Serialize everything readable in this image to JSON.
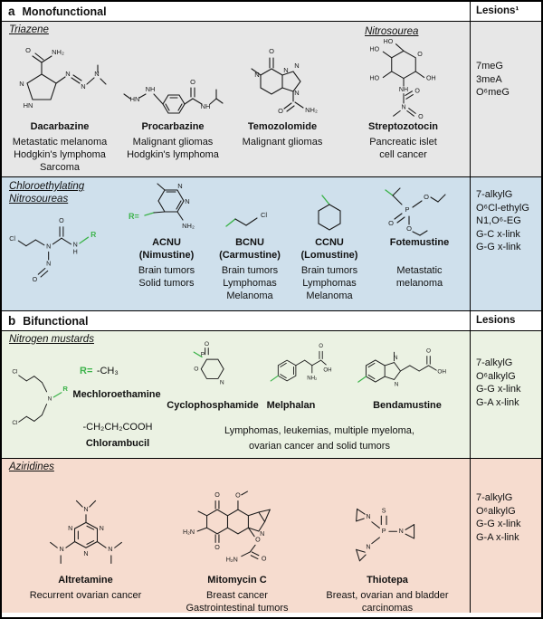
{
  "figure": {
    "panel_a": {
      "letter": "a",
      "title": "Monofunctional",
      "lesions_header": "Lesions¹"
    },
    "panel_b": {
      "letter": "b",
      "title": "Bifunctional",
      "lesions_header": "Lesions"
    }
  },
  "triazene": {
    "label": "Triazene",
    "nitrosourea_label": "Nitrosourea",
    "drugs": [
      {
        "name": "Dacarbazine",
        "ind": [
          "Metastatic melanoma",
          "Hodgkin's lymphoma",
          "Sarcoma"
        ]
      },
      {
        "name": "Procarbazine",
        "ind": [
          "Malignant gliomas",
          "Hodgkin's lymphoma"
        ]
      },
      {
        "name": "Temozolomide",
        "ind": [
          "Malignant gliomas"
        ]
      },
      {
        "name": "Streptozotocin",
        "ind": [
          "Pancreatic islet",
          "cell cancer"
        ]
      }
    ],
    "lesions": [
      "7meG",
      "3meA",
      "O⁶meG"
    ]
  },
  "cenu": {
    "label1": "Chloroethylating",
    "label2": "Nitrosoureas",
    "drugs": [
      {
        "name": "ACNU",
        "name2": "(Nimustine)",
        "ind": [
          "Brain tumors",
          "Solid tumors"
        ]
      },
      {
        "name": "BCNU",
        "name2": "(Carmustine)",
        "ind": [
          "Brain tumors",
          "Lymphomas",
          "Melanoma"
        ]
      },
      {
        "name": "CCNU",
        "name2": "(Lomustine)",
        "ind": [
          "Brain tumors",
          "Lymphomas",
          "Melanoma"
        ]
      },
      {
        "name": "Fotemustine",
        "name2": "",
        "ind": [
          "Metastatic",
          "melanoma"
        ]
      }
    ],
    "lesions": [
      "7-alkylG",
      "O⁶Cl-ethylG",
      "N1,O⁶-EG",
      "G-C x-link",
      "G-G x-link"
    ]
  },
  "mustards": {
    "label": "Nitrogen mustards",
    "r_equals": "R=",
    "r1": "-CH₃",
    "r1_name": "Mechloroethamine",
    "r2": "-CH₂CH₂COOH",
    "r2_name": "Chlorambucil",
    "drug1": "Cyclophosphamide",
    "drug2": "Melphalan",
    "drug3": "Bendamustine",
    "ind1": "Lymphomas, leukemias, multiple myeloma,",
    "ind2": "ovarian cancer and solid tumors",
    "lesions": [
      "7-alkylG",
      "O⁶alkylG",
      "G-G x-link",
      "G-A x-link"
    ]
  },
  "aziridines": {
    "label": "Aziridines",
    "drugs": [
      {
        "name": "Altretamine",
        "ind": [
          "Recurrent ovarian cancer"
        ]
      },
      {
        "name": "Mitomycin C",
        "ind": [
          "Breast cancer",
          "Gastrointestinal tumors"
        ]
      },
      {
        "name": "Thiotepa",
        "ind": [
          "Breast, ovarian and bladder",
          "carcinomas"
        ]
      }
    ],
    "lesions": [
      "7-alkylG",
      "O⁶alkylG",
      "G-G x-link",
      "G-A x-link"
    ]
  },
  "colors": {
    "green_accent": "#3cb34a",
    "row_gray": "#e7e7e7",
    "row_blue": "#cfe0ec",
    "row_green": "#ebf2e3",
    "row_salmon": "#f6dccf"
  },
  "structures": {
    "dacarbazine": {
      "labels": [
        "O",
        "NH₂",
        "N",
        "HN",
        "N",
        "N",
        "N"
      ]
    },
    "procarbazine": {
      "labels": [
        "HN",
        "NH",
        "O",
        "NH"
      ]
    },
    "temozolomide": {
      "labels": [
        "O",
        "N",
        "N",
        "N",
        "N",
        "O",
        "NH₂"
      ]
    },
    "streptozotocin": {
      "labels": [
        "HO",
        "HO",
        "O",
        "HO",
        "OH",
        "NH",
        "O",
        "N",
        "O"
      ]
    },
    "cenu_core": {
      "labels": [
        "Cl",
        "N",
        "N",
        "O",
        "O",
        "N",
        "H",
        "R"
      ]
    },
    "acnu": {
      "labels": [
        "R=",
        "N",
        "N",
        "NH₂"
      ]
    },
    "bcnu": {
      "labels": [
        "Cl"
      ]
    },
    "fotemustine": {
      "labels": [
        "P",
        "O",
        "O",
        "O"
      ]
    },
    "mustard_core": {
      "labels": [
        "Cl",
        "Cl",
        "N",
        "R"
      ]
    },
    "cyclophosphamide": {
      "labels": [
        "O",
        "P",
        "O",
        "N"
      ]
    },
    "melphalan": {
      "labels": [
        "O",
        "OH",
        "NH₂"
      ]
    },
    "bendamustine": {
      "labels": [
        "N",
        "N",
        "O",
        "OH"
      ]
    },
    "altretamine": {
      "labels": [
        "N",
        "N",
        "N",
        "N",
        "N",
        "N"
      ]
    },
    "mitomycin": {
      "labels": [
        "O",
        "H₂N",
        "O",
        "O",
        "N",
        "O",
        "O",
        "H₂N"
      ]
    },
    "thiotepa": {
      "labels": [
        "S",
        "P",
        "N",
        "N",
        "N"
      ]
    }
  }
}
